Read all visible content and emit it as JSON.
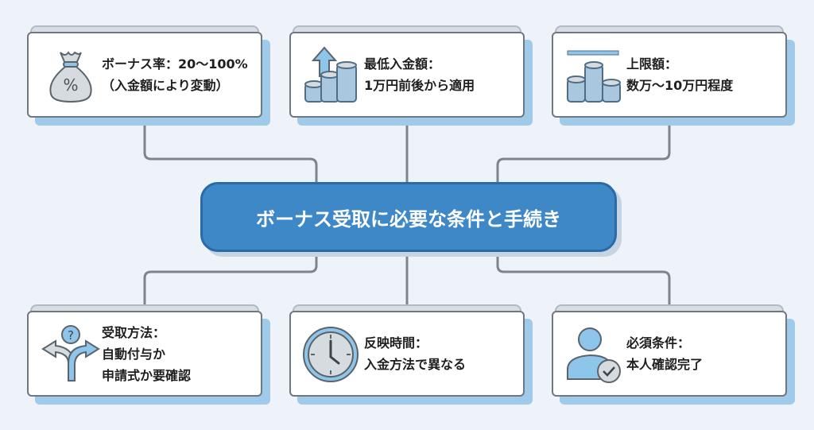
{
  "title": "ボーナス受取に必要な条件と手続き",
  "colors": {
    "accent": "#3f88c8",
    "icon_blue": "#8ec5ea",
    "icon_gray": "#d6dbe0",
    "outline": "#5b636b",
    "background": "#eef3f9"
  },
  "cards": [
    {
      "icon": "money-bag-percent-icon",
      "lines": [
        "ボーナス率：20〜100%",
        "（入金額により変動）"
      ]
    },
    {
      "icon": "coins-arrow-up-icon",
      "lines": [
        "最低入金額：",
        "1万円前後から適用"
      ]
    },
    {
      "icon": "coins-limit-icon",
      "lines": [
        "上限額：",
        "数万〜10万円程度"
      ]
    },
    {
      "icon": "split-arrows-question-icon",
      "lines": [
        "受取方法：",
        "自動付与か",
        "申請式か要確認"
      ]
    },
    {
      "icon": "clock-icon",
      "lines": [
        "反映時間：",
        "入金方法で異なる"
      ]
    },
    {
      "icon": "user-check-icon",
      "lines": [
        "必須条件：",
        "本人確認完了"
      ]
    }
  ]
}
